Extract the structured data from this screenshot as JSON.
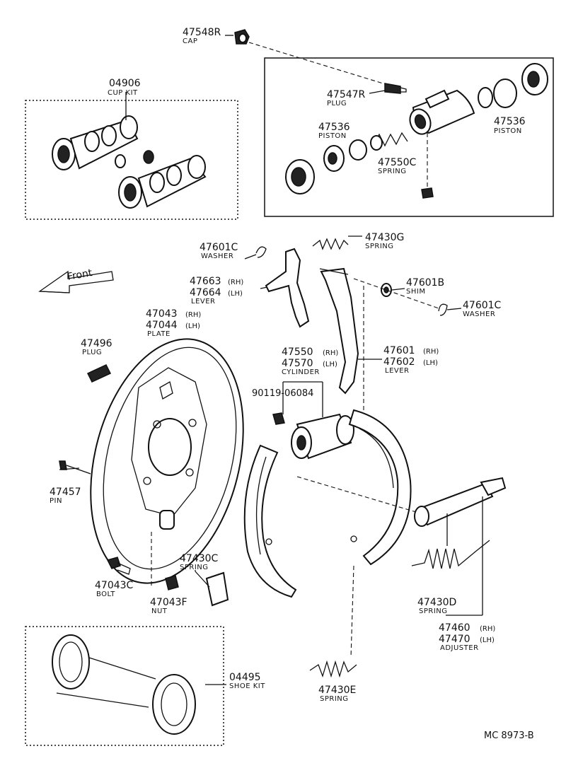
{
  "diagram_code": "MC 8973-B",
  "front_label": "Front",
  "parts": {
    "cap_47548R": {
      "number": "47548R",
      "name": "CAP"
    },
    "cup_kit": {
      "number": "04906",
      "name": "CUP KIT"
    },
    "plug_47547R": {
      "number": "47547R",
      "name": "PLUG"
    },
    "piston_left": {
      "number": "47536",
      "name": "PISTON"
    },
    "piston_right": {
      "number": "47536",
      "name": "PISTON"
    },
    "spring_47550C": {
      "number": "47550C",
      "name": "SPRING"
    },
    "washer_47601C_top": {
      "number": "47601C",
      "name": "WASHER"
    },
    "spring_47430G": {
      "number": "47430G",
      "name": "SPRING"
    },
    "lever_47663": {
      "number_rh": "47663",
      "side_rh": "(RH)",
      "number_lh": "47664",
      "side_lh": "(LH)",
      "name": "LEVER"
    },
    "shim_47601B": {
      "number": "47601B",
      "name": "SHIM"
    },
    "washer_47601C_right": {
      "number": "47601C",
      "name": "WASHER"
    },
    "plate_47043": {
      "number_rh": "47043",
      "side_rh": "(RH)",
      "number_lh": "47044",
      "side_lh": "(LH)",
      "name": "PLATE"
    },
    "plug_47496": {
      "number": "47496",
      "name": "PLUG"
    },
    "cylinder_47550": {
      "number_rh": "47550",
      "side_rh": "(RH)",
      "number_lh": "47570",
      "side_lh": "(LH)",
      "name": "CYLINDER"
    },
    "lever_47601": {
      "number_rh": "47601",
      "side_rh": "(RH)",
      "number_lh": "47602",
      "side_lh": "(LH)",
      "name": "LEVER"
    },
    "bolt_90119": {
      "number": "90119-06084"
    },
    "pin_47457": {
      "number": "47457",
      "name": "PIN"
    },
    "spring_47430C": {
      "number": "47430C",
      "name": "SPRING"
    },
    "bolt_47043C": {
      "number": "47043C",
      "name": "BOLT"
    },
    "nut_47043F": {
      "number": "47043F",
      "name": "NUT"
    },
    "spring_47430D": {
      "number": "47430D",
      "name": "SPRING"
    },
    "adjuster_47460": {
      "number_rh": "47460",
      "side_rh": "(RH)",
      "number_lh": "47470",
      "side_lh": "(LH)",
      "name": "ADJUSTER"
    },
    "shoe_kit": {
      "number": "04495",
      "name": "SHOE KIT"
    },
    "spring_47430E": {
      "number": "47430E",
      "name": "SPRING"
    }
  }
}
